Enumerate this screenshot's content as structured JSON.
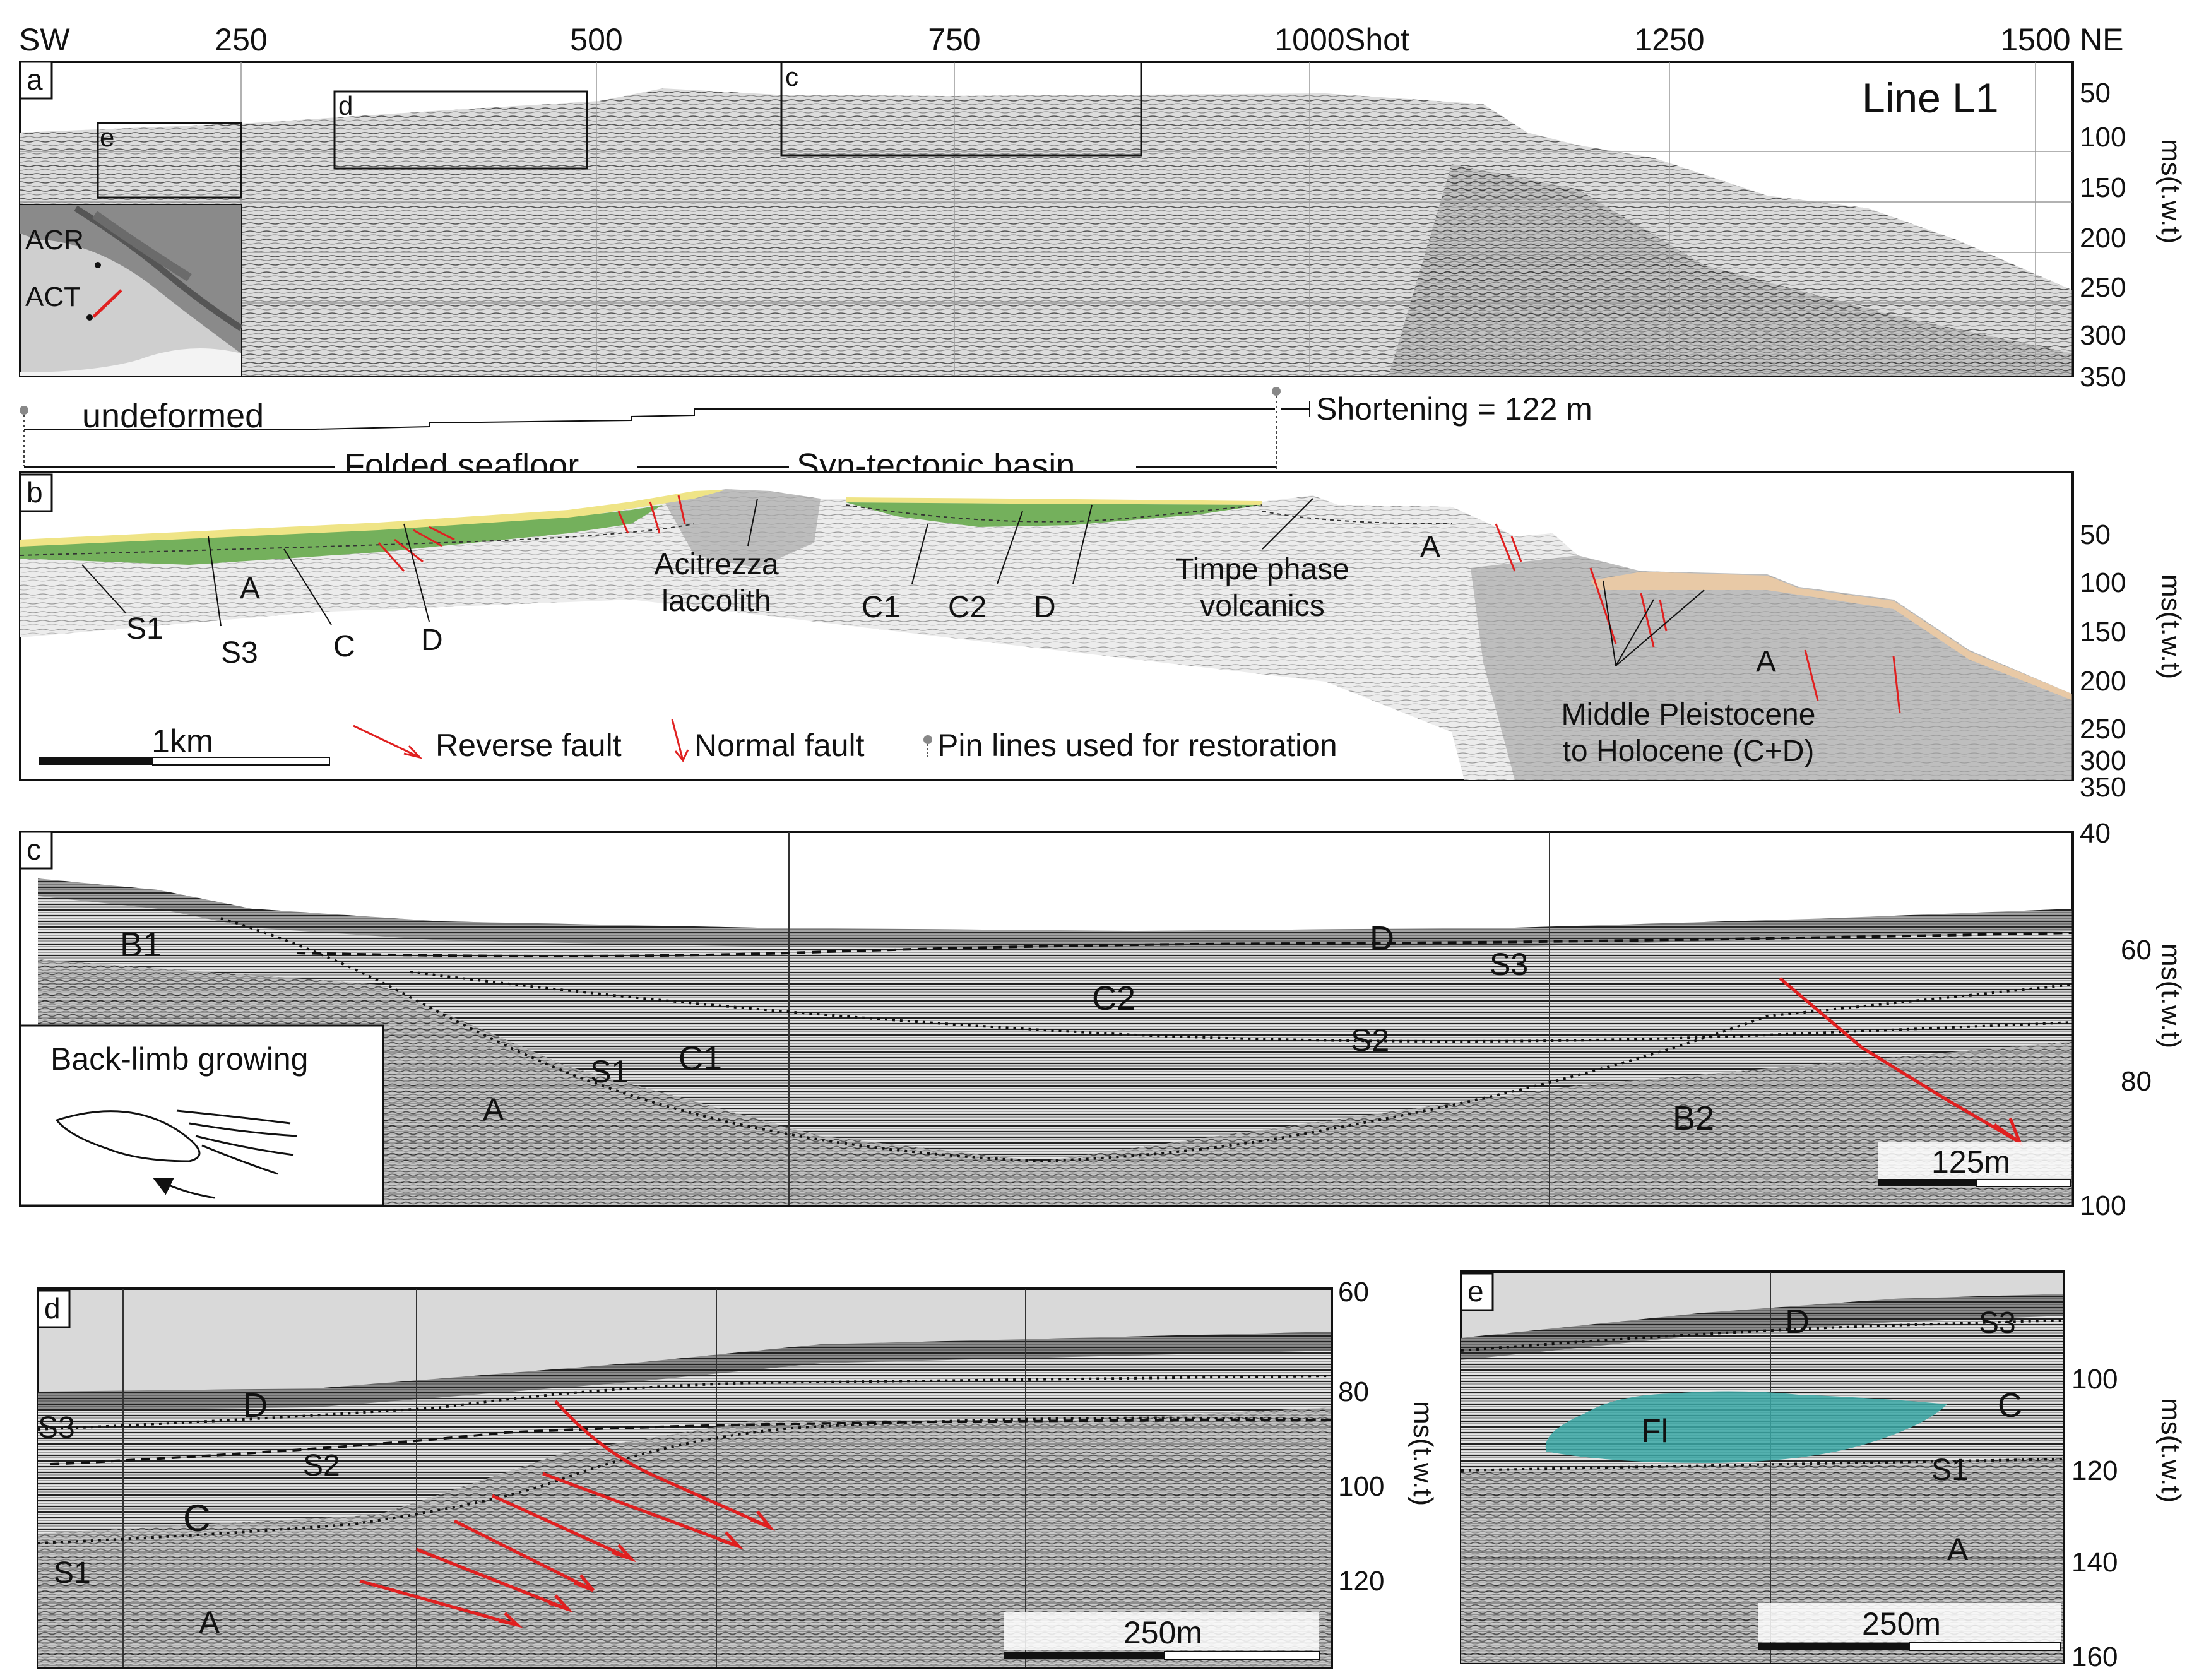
{
  "top_axis": {
    "left": "SW",
    "right": "NE",
    "ticks": [
      "250",
      "500",
      "750",
      "1000",
      "1250",
      "1500"
    ],
    "unit": "Shot"
  },
  "panel_a": {
    "letter": "a",
    "title": "Line L1",
    "y_ticks": [
      "50",
      "100",
      "150",
      "200",
      "250",
      "300",
      "350"
    ],
    "y_label": "ms(t.w.t)",
    "box_labels": [
      "e",
      "d",
      "c"
    ],
    "inset_labels": [
      "ACR",
      "ACT"
    ]
  },
  "restoration": {
    "undeformed": "undeformed",
    "shortening": "Shortening = 122 m",
    "folded": "Folded seafloor",
    "basin": "Syn-tectonic basin"
  },
  "panel_b": {
    "letter": "b",
    "y_ticks": [
      "50",
      "100",
      "150",
      "200",
      "250",
      "300",
      "350"
    ],
    "y_label": "ms(t.w.t)",
    "labels": {
      "s1": "S1",
      "s3": "S3",
      "a1": "A",
      "c": "C",
      "d": "D",
      "acit_1": "Acitrezza",
      "acit_2": "laccolith",
      "c1": "C1",
      "c2": "C2",
      "d2": "D",
      "timpe_1": "Timpe phase",
      "timpe_2": "volcanics",
      "a2": "A",
      "a3": "A",
      "mid_1": "Middle Pleistocene",
      "mid_2": "to Holocene (C+D)"
    },
    "scale": "1km",
    "legend": {
      "reverse": "Reverse fault",
      "normal": "Normal fault",
      "pin": "Pin lines used for restoration"
    }
  },
  "panel_c": {
    "letter": "c",
    "y_ticks": [
      "40",
      "60",
      "80",
      "100"
    ],
    "y_label": "ms(t.w.t)",
    "labels": {
      "b1": "B1",
      "d": "D",
      "s3": "S3",
      "c2": "C2",
      "s2": "S2",
      "s1": "S1",
      "c1": "C1",
      "a": "A",
      "b2": "B2"
    },
    "inset_title": "Back-limb growing",
    "scale": "125m"
  },
  "panel_d": {
    "letter": "d",
    "y_ticks": [
      "60",
      "80",
      "100",
      "120"
    ],
    "y_label": "ms(t.w.t)",
    "labels": {
      "d": "D",
      "s3": "S3",
      "s2": "S2",
      "c": "C",
      "s1": "S1",
      "a": "A"
    },
    "scale": "250m"
  },
  "panel_e": {
    "letter": "e",
    "y_ticks": [
      "100",
      "120",
      "140",
      "160"
    ],
    "y_label": "ms(t.w.t)",
    "labels": {
      "d": "D",
      "s3": "S3",
      "c": "C",
      "fl": "Fl",
      "s1": "S1",
      "a": "A"
    },
    "scale": "250m"
  },
  "colors": {
    "fault": "#e02020",
    "unit_yellow": "#efe486",
    "unit_green": "#74b05c",
    "unit_tan": "#e8c9a6",
    "flow_teal": "#3aa7a4",
    "seismic_bg": "#d8d8d8"
  }
}
